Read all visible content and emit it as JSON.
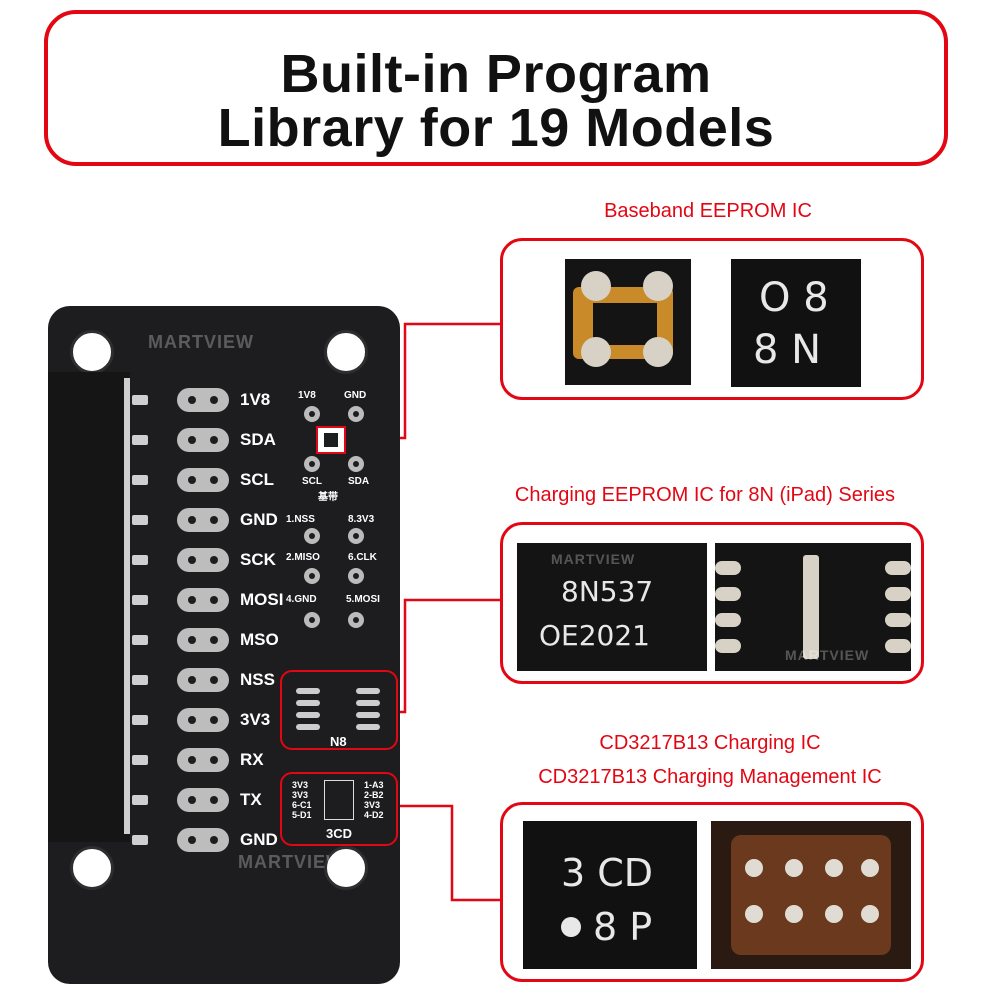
{
  "title": {
    "line1": "Built-in Program",
    "line2": "Library for 19 Models"
  },
  "labels": {
    "baseband": "Baseband EEPROM IC",
    "charging_eeprom": "Charging EEPROM IC for 8N (iPad) Series",
    "cd3217_line1": "CD3217B13 Charging IC",
    "cd3217_line2": "CD3217B13 Charging Management IC"
  },
  "watermark": "MARTVIEW",
  "board": {
    "pads": [
      "1V8",
      "SDA",
      "SCL",
      "GND",
      "SCK",
      "MOSI",
      "MSO",
      "NSS",
      "3V3",
      "RX",
      "TX",
      "GND"
    ],
    "baseband_top": [
      "1V8",
      "GND"
    ],
    "baseband_bottom": [
      "SCL",
      "SDA"
    ],
    "baseband_cn": "基带",
    "n8_left": [
      "1.NSS",
      "2.MISO",
      "4.GND"
    ],
    "n8_right": [
      "8.3V3",
      "6.CLK",
      "5.MOSI"
    ],
    "n8_label": "N8",
    "cd_left": [
      "3V3",
      "3V3",
      "6-C1",
      "5-D1"
    ],
    "cd_right": [
      "1-A3",
      "2-B2",
      "3V3",
      "4-D2"
    ],
    "cd_label": "3CD"
  },
  "chips": {
    "baseband_marking": [
      "O 8",
      "8 N"
    ],
    "charging_marking": [
      "8N537",
      "OE2021"
    ],
    "cd_marking": [
      "3 CD",
      "8 P"
    ]
  },
  "colors": {
    "accent": "#e30613",
    "board": "#1d1d1f",
    "chip": "#111111",
    "flex": "#c98a2a"
  }
}
